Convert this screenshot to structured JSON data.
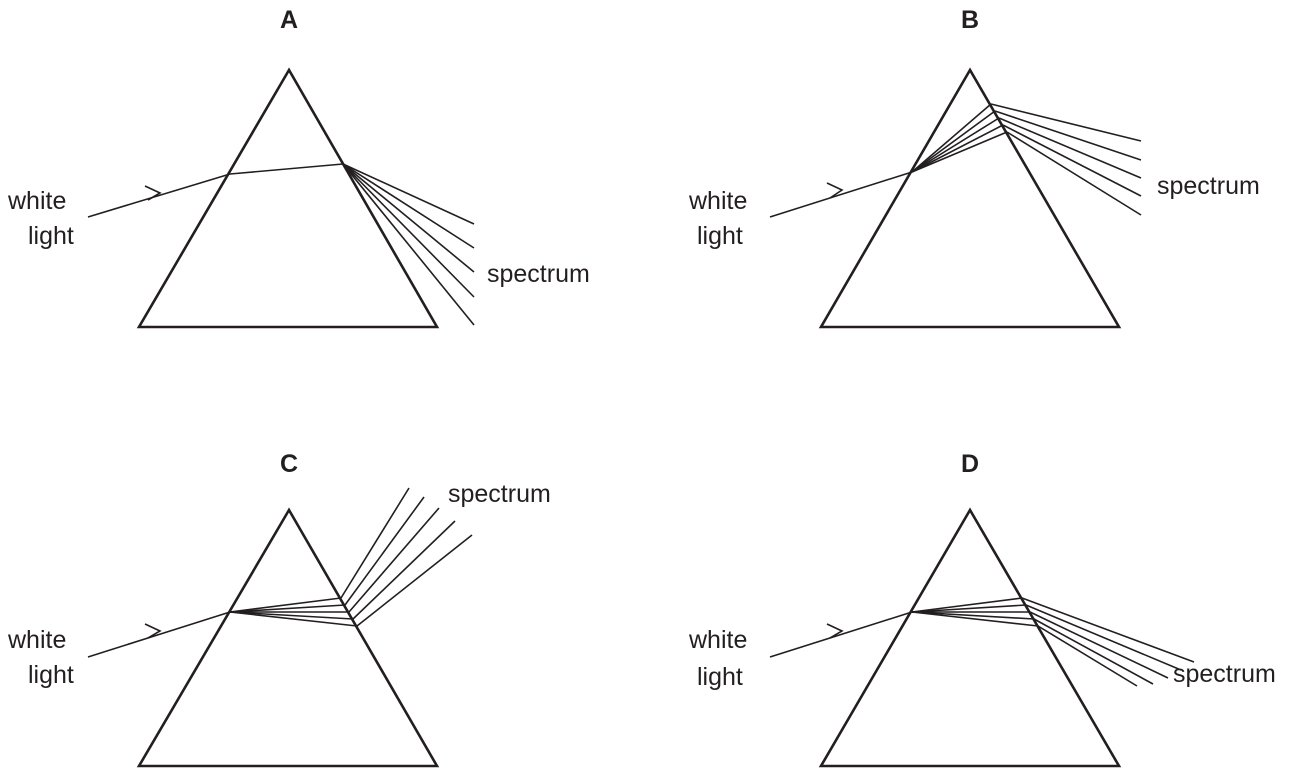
{
  "panels": [
    {
      "letter": "A",
      "incident_label": [
        "white",
        "light"
      ],
      "spectrum_label": "spectrum"
    },
    {
      "letter": "B",
      "incident_label": [
        "white",
        "light"
      ],
      "spectrum_label": "spectrum"
    },
    {
      "letter": "C",
      "incident_label": [
        "white",
        "light"
      ],
      "spectrum_label": "spectrum"
    },
    {
      "letter": "D",
      "incident_label": [
        "white",
        "light"
      ],
      "spectrum_label": "spectrum"
    }
  ],
  "colors": {
    "ink": "#231f20",
    "background": "#ffffff"
  }
}
